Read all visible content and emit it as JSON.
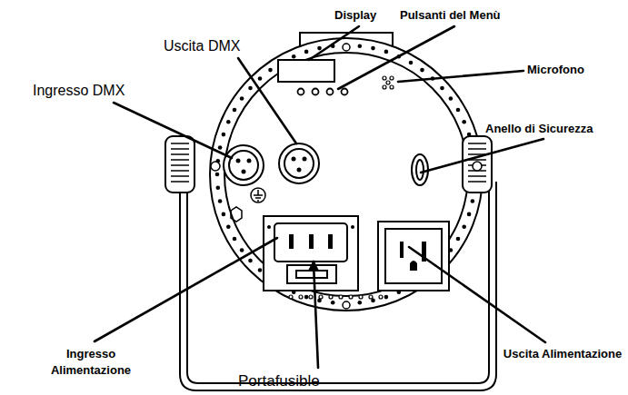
{
  "diagram": {
    "labels": [
      "Display",
      "Pulsanti del Menù",
      "Uscita DMX",
      "Microfono",
      "Ingresso DMX",
      "Anello di Sicurezza",
      "Ingresso Alimentazione",
      "Portafusible",
      "Uscita Alimentazione"
    ]
  }
}
